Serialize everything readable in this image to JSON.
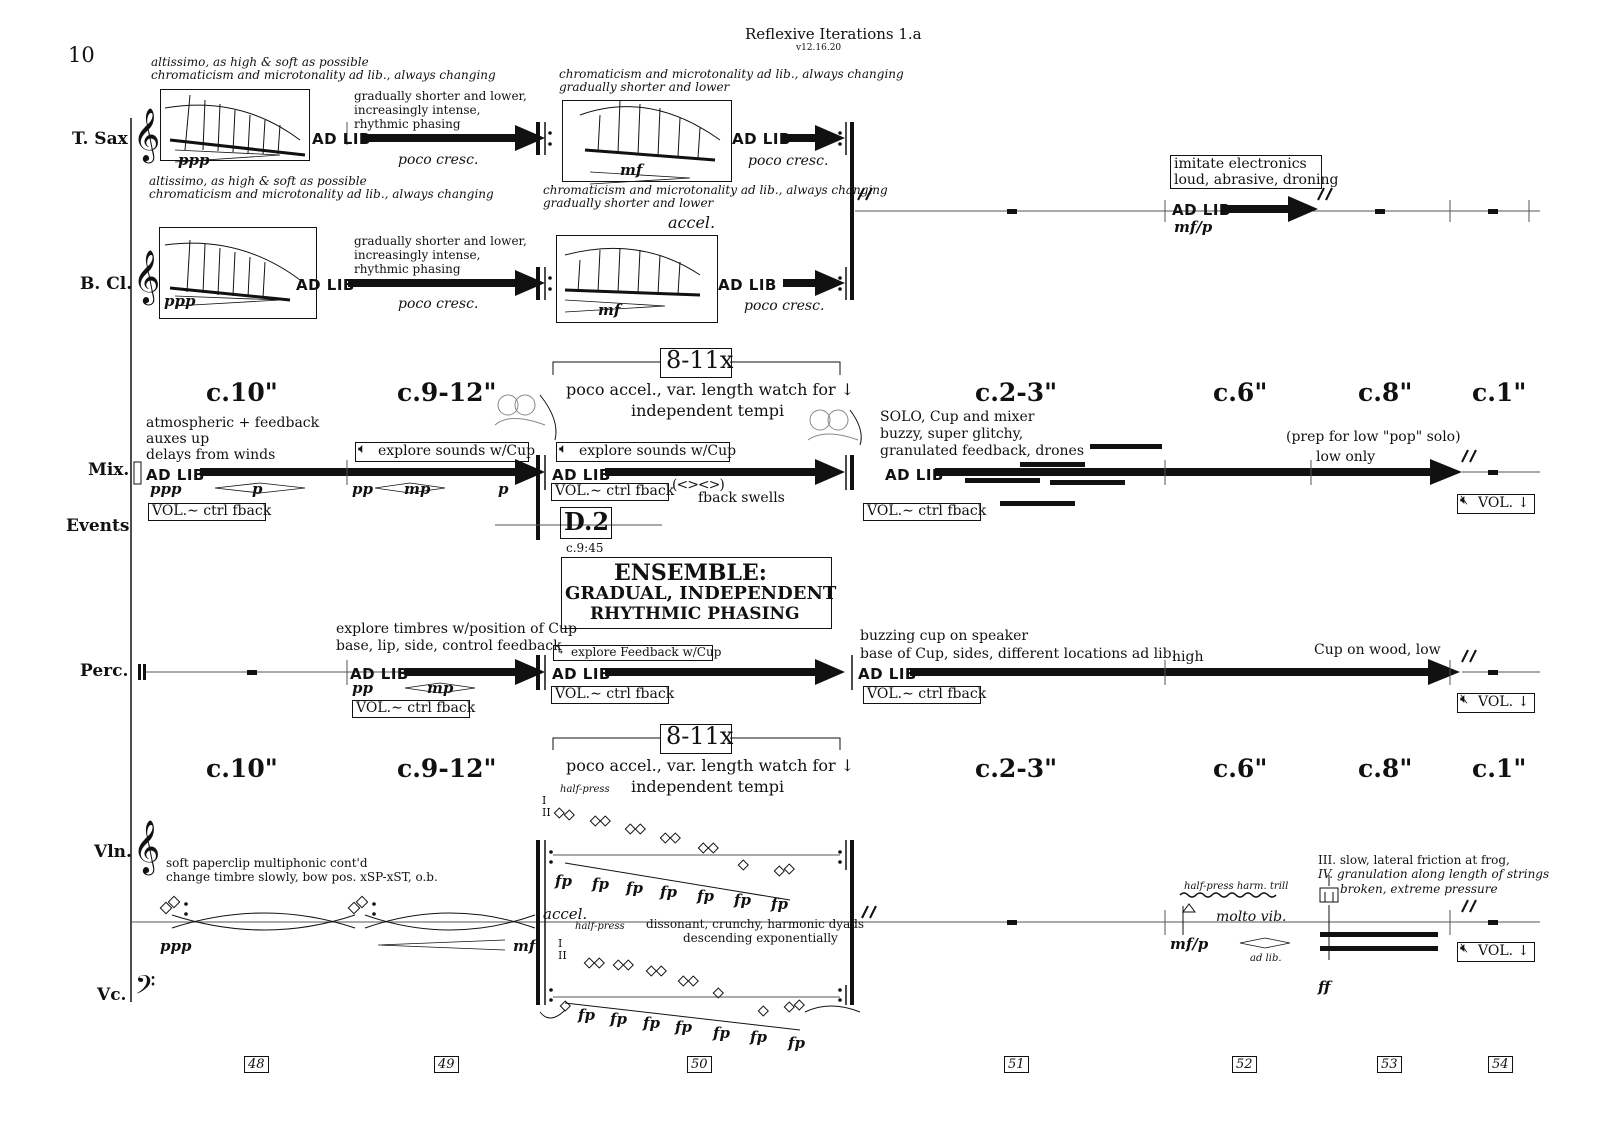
{
  "page": {
    "number": "10",
    "title": "Reflexive Iterations 1.a",
    "version": "v12.16.20"
  },
  "instruments": {
    "tsax": "T. Sax",
    "bcl": "B. Cl.",
    "mix": "Mix.",
    "events": "Events",
    "perc": "Perc.",
    "vln": "Vln.",
    "vc": "Vc."
  },
  "tempos": {
    "t48": "c.10\"",
    "t49": "c.9-12\"",
    "t51": "c.2-3\"",
    "t52": "c.6\"",
    "t53": "c.8\"",
    "t54": "c.1\""
  },
  "repeat": {
    "count": "8-11x",
    "note1": "poco accel., var. length watch for ↓",
    "note2": "independent tempi"
  },
  "common": {
    "adlib": "AD LIB",
    "poco_cresc": "poco cresc.",
    "accel": "accel.",
    "vol_ctrl": "VOL.∼ ctrl fback",
    "vol_down": "VOL. ↓",
    "explore_cup": "explore sounds w/Cup"
  },
  "tsax": {
    "m48_1": "altissimo, as high & soft as possible",
    "m48_2": "chromaticism and microtonality ad lib., always changing",
    "phase_1": "gradually shorter and lower,",
    "phase_2": "increasingly intense,",
    "phase_3": "rhythmic phasing",
    "m50_1": "chromaticism and microtonality ad lib., always changing",
    "m50_2": "gradually shorter and lower",
    "imitate_1": "imitate electronics",
    "imitate_2": "loud, abrasive, droning"
  },
  "bcl": {
    "m48_1": "altissimo, as high & soft as possible",
    "m48_2": "chromaticism and microtonality ad lib., always changing",
    "m50_1": "chromaticism and microtonality ad lib., always changing",
    "m50_2": "gradually shorter and lower"
  },
  "mix": {
    "n1": "atmospheric + feedback",
    "n2": "auxes up",
    "n3": "delays from winds",
    "fback_swells": "fback swells",
    "solo_1": "SOLO, Cup and mixer",
    "solo_2": "buzzy, super glitchy,",
    "solo_3": "granulated feedback, drones",
    "prep_1": "(prep for low \"pop\" solo)",
    "prep_2": "low only"
  },
  "events": {
    "rehearsal": "D.2",
    "time": "c.9:45",
    "ensemble_1": "ENSEMBLE:",
    "ensemble_2": "GRADUAL, INDEPENDENT",
    "ensemble_3": "RHYTHMIC PHASING"
  },
  "perc": {
    "n1": "explore timbres w/position of Cup",
    "n2": "base, lip, side, control feedback",
    "explore_fb": "explore Feedback w/Cup",
    "buzz_1": "buzzing cup on speaker",
    "buzz_2": "base of Cup, sides, different locations ad lib.",
    "high": "high",
    "wood": "Cup on wood, low"
  },
  "strings": {
    "mult_1": "soft paperclip multiphonic cont'd",
    "mult_2": "change timbre slowly, bow pos. xSP-xST, o.b.",
    "half_press": "half-press",
    "dyads_1": "dissonant, crunchy, harmonic dyads",
    "dyads_2": "descending exponentially",
    "harm_trill": "half-press harm. trill",
    "molto_vib": "molto vib.",
    "ad_lib": "ad lib.",
    "iii_note": "III. slow, lateral friction at frog,",
    "iv_note": "IV. granulation along length of strings",
    "broken": "broken, extreme pressure"
  },
  "dynamics": {
    "ppp": "ppp",
    "p": "p",
    "pp": "pp",
    "mp": "mp",
    "mf": "mf",
    "fp": "fp",
    "ff": "ff",
    "mfp": "mf/p"
  },
  "measures": [
    "48",
    "49",
    "50",
    "51",
    "52",
    "53",
    "54"
  ]
}
